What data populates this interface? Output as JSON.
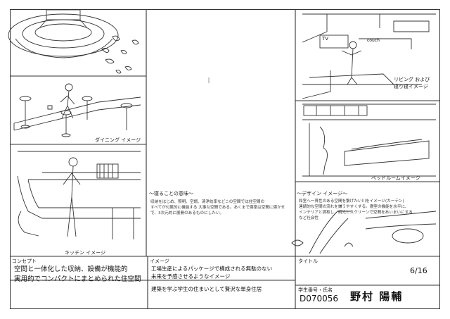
{
  "captions": {
    "dining": "ダイニング イメージ",
    "kitchen": "キッチン イメージ",
    "living": "リビング および\n寝り寝イメージ",
    "bedroom": "ベッドルームイメージ",
    "design_head": "～デザイン イメージ～"
  },
  "notes": {
    "heading": "～寝ることの意味～",
    "body": "収納をはじめ、照明、空調、清浄効率などこの空間では住空間の\nすべてが付属的に機能する 大事な空間である。あくまで寝室は空間に寝かせ\nで、3次元的に展開のあるものにしたい。",
    "design_body": "和室へ一貫性のある空間を繋げたい川をイメージ(カーテン)\n連続的な空間の流れを嫌うやすくする。寝室の機能を水平に、\nインテリアと調和し、調光とスクリーンで空間をあいまいにする\nなど社会性"
  },
  "tv_label": "TV",
  "couch_label": "couch",
  "bottom": {
    "concept_label": "コンセプト",
    "concept_text": "空間と一体化した収納、設備が機能的\n実用的でコンパクトにまとめられた住空間",
    "image_label": "イメージ",
    "image_text": "工場生産によるパッケージで構成される無駄のない\n未来を予感させるようなイメージ",
    "image_text2": "建築を学ぶ学生の住まいとして贅沢な単身住居",
    "title_label": "タイトル",
    "page": "6/16",
    "student_label": "学生番号・氏名",
    "student_id": "D070056",
    "student_name": "野村 陽輔"
  }
}
